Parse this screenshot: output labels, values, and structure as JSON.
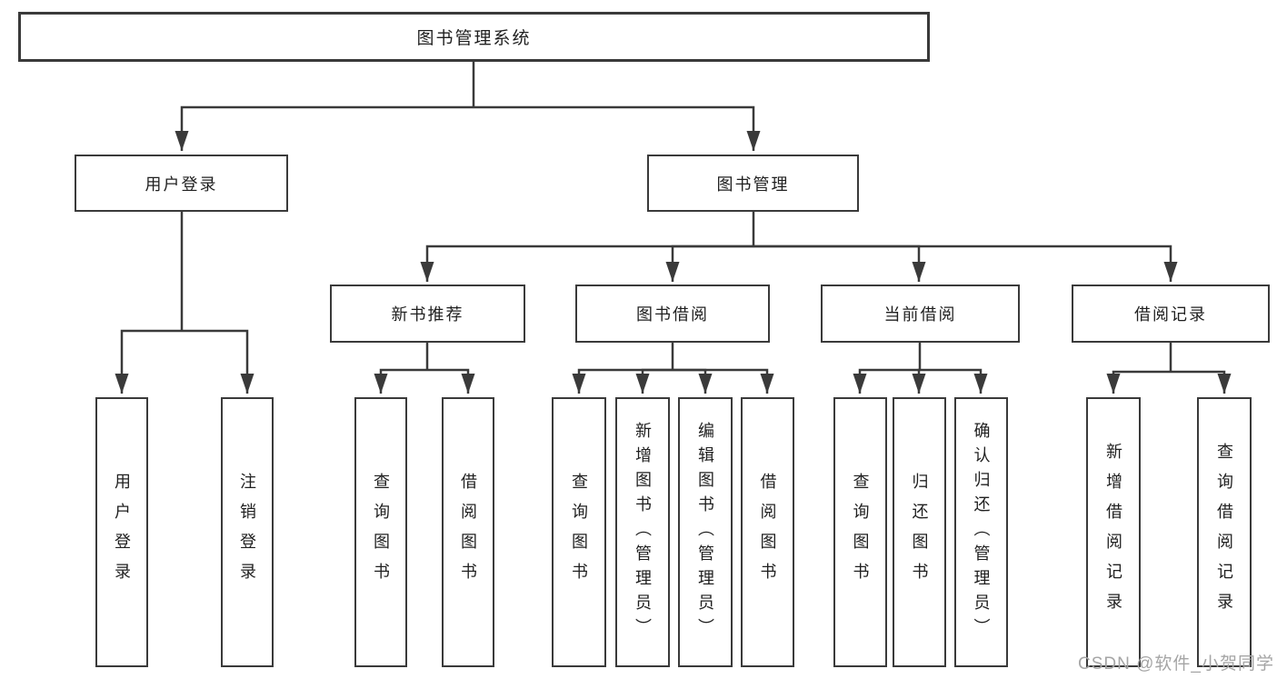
{
  "diagram": {
    "root": {
      "label": "图书管理系统"
    },
    "branches": {
      "user_login": {
        "label": "用户登录",
        "children": {
          "login": "用户登录",
          "logout": "注销登录"
        }
      },
      "book_mgmt": {
        "label": "图书管理",
        "sections": {
          "new_books": {
            "label": "新书推荐",
            "children": {
              "query": "查询图书",
              "borrow": "借阅图书"
            }
          },
          "book_borrow": {
            "label": "图书借阅",
            "children": {
              "query": "查询图书",
              "add": "新增图书（管理员）",
              "edit": "编辑图书（管理员）",
              "borrow": "借阅图书"
            }
          },
          "current_borrow": {
            "label": "当前借阅",
            "children": {
              "query": "查询图书",
              "return": "归还图书",
              "confirm": "确认归还（管理员）"
            }
          },
          "borrow_records": {
            "label": "借阅记录",
            "children": {
              "add": "新增借阅记录",
              "query": "查询借阅记录"
            }
          }
        }
      }
    }
  },
  "watermark": {
    "text": "CSDN @软件_小贺同学"
  },
  "colors": {
    "line": "#3a3a3a",
    "text": "#1f1f1f",
    "background": "#ffffff",
    "watermark": "#a5a5a5"
  }
}
